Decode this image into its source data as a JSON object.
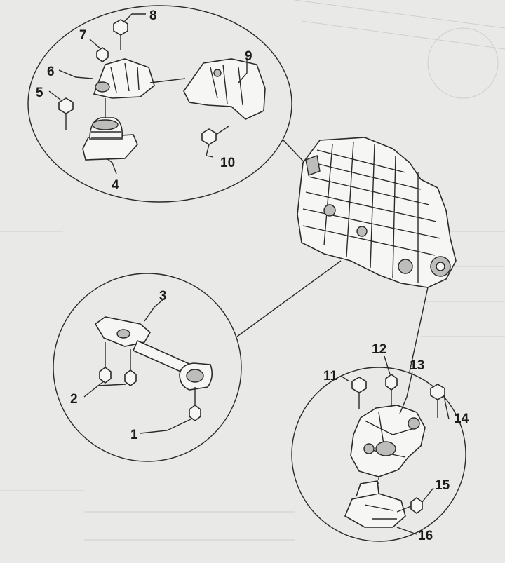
{
  "diagram": {
    "callouts": [
      {
        "id": "1",
        "text": "1"
      },
      {
        "id": "2",
        "text": "2"
      },
      {
        "id": "3",
        "text": "3"
      },
      {
        "id": "4",
        "text": "4"
      },
      {
        "id": "5",
        "text": "5"
      },
      {
        "id": "6",
        "text": "6"
      },
      {
        "id": "7",
        "text": "7"
      },
      {
        "id": "8",
        "text": "8"
      },
      {
        "id": "9",
        "text": "9"
      },
      {
        "id": "10",
        "text": "10"
      },
      {
        "id": "11",
        "text": "11"
      },
      {
        "id": "12",
        "text": "12"
      },
      {
        "id": "13",
        "text": "13"
      },
      {
        "id": "14",
        "text": "14"
      },
      {
        "id": "15",
        "text": "15"
      },
      {
        "id": "16",
        "text": "16"
      }
    ]
  }
}
